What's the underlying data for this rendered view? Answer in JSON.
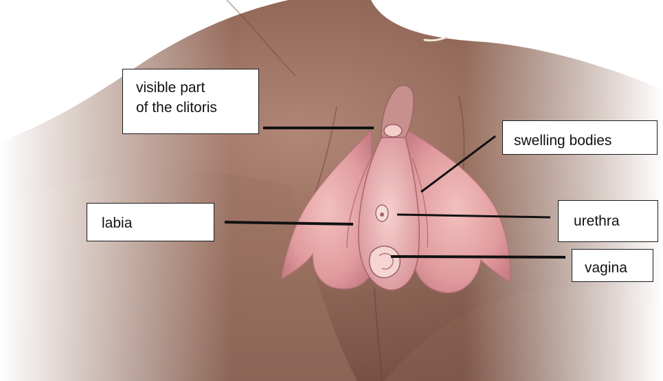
{
  "labels": {
    "clitoris_line1": "visible part",
    "clitoris_line2": "of the clitoris",
    "swelling_bodies": "swelling bodies",
    "labia": "labia",
    "urethra": "urethra",
    "vagina": "vagina"
  },
  "colors": {
    "skin_dark": "#7d5647",
    "skin_mid": "#a17868",
    "skin_light": "#c4a296",
    "labia_pink": "#e4a6a6",
    "labia_deep": "#c77e84",
    "outline": "#8f5a5f",
    "leader_line": "#111111"
  }
}
